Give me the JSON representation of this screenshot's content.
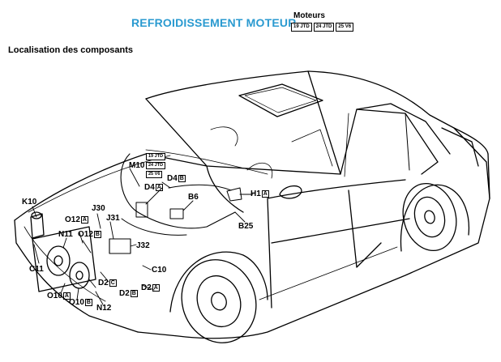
{
  "header": {
    "title": "REFROIDISSEMENT MOTEUR",
    "engines_label": "Moteurs",
    "engine_badges": [
      "19 JTD",
      "24 JTD",
      "25 V6"
    ]
  },
  "subtitle": "Localisation des composants",
  "diagram": {
    "m10_tags": [
      "19 JTD",
      "24 JTD",
      "25 V6"
    ],
    "labels": {
      "k10": "K10",
      "c11": "C11",
      "n11": "N11",
      "o12a_code": "O12",
      "o12a_sfx": "A",
      "o12b_code": "O12",
      "o12b_sfx": "B",
      "o10a_code": "O10",
      "o10a_sfx": "A",
      "o10b_code": "O10",
      "o10b_sfx": "B",
      "n12": "N12",
      "j30": "J30",
      "j31": "J31",
      "j32": "J32",
      "m10": "M10",
      "d4a_code": "D4",
      "d4a_sfx": "A",
      "d4b_code": "D4",
      "d4b_sfx": "B",
      "b6": "B6",
      "h1a_code": "H1",
      "h1a_sfx": "A",
      "b25": "B25",
      "c10": "C10",
      "d2c_code": "D2",
      "d2c_sfx": "C",
      "d2a_code": "D2",
      "d2a_sfx": "A",
      "d2b_code": "D2",
      "d2b_sfx": "B"
    }
  }
}
